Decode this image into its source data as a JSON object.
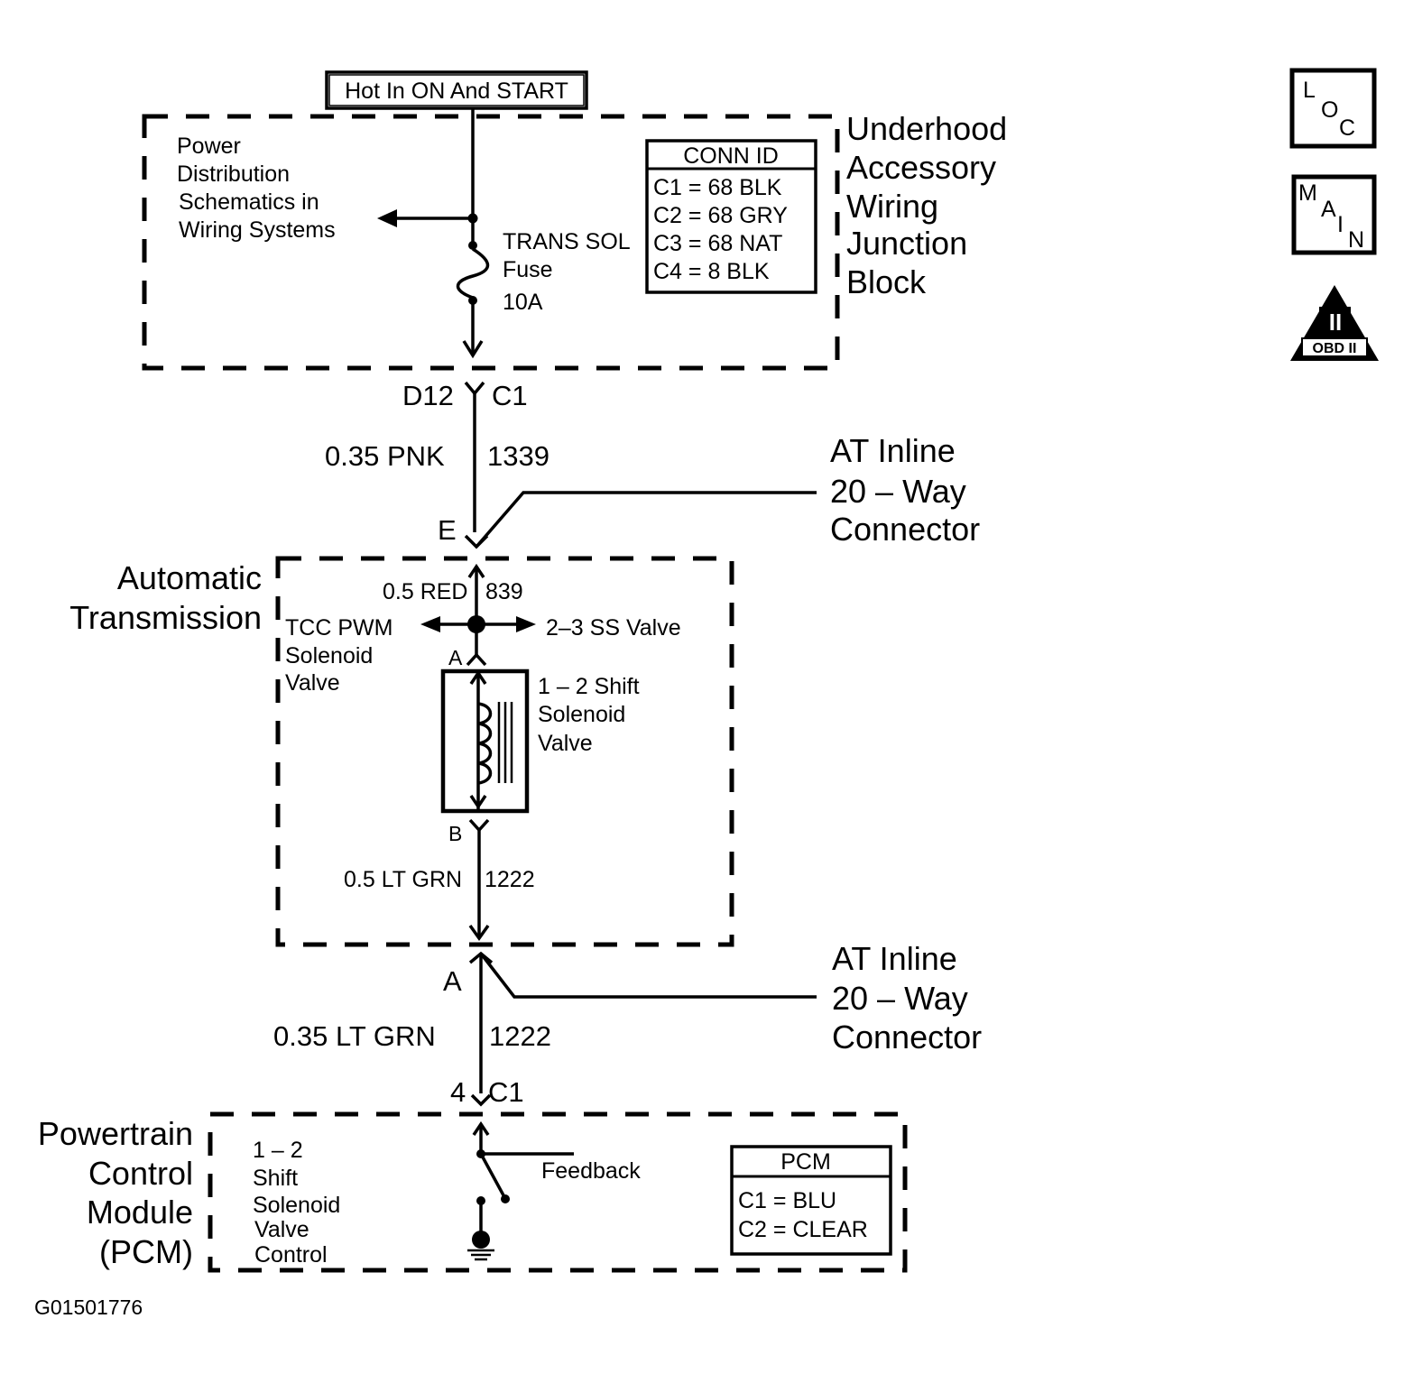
{
  "top_label": "Hot In ON And START",
  "underhood": {
    "title_lines": [
      "Underhood",
      "Accessory",
      "Wiring",
      "Junction",
      "Block"
    ],
    "power_note_lines": [
      "Power",
      "Distribution",
      "Schematics in",
      "Wiring Systems"
    ],
    "fuse_lines": [
      "TRANS SOL",
      "Fuse",
      "10A"
    ],
    "conn_id": {
      "header": "CONN ID",
      "rows": [
        "C1 = 68 BLK",
        "C2 = 68 GRY",
        "C3 = 68 NAT",
        "C4 = 8 BLK"
      ]
    }
  },
  "connector_top": {
    "left": "D12",
    "right": "C1"
  },
  "wire_1": {
    "gauge_color": "0.35 PNK",
    "circuit": "1339"
  },
  "inline_connector_1": {
    "pin": "E",
    "label_lines": [
      "AT Inline",
      "20 – Way",
      "Connector"
    ]
  },
  "transmission": {
    "title_lines": [
      "Automatic",
      "Transmission"
    ],
    "wire_top": {
      "gauge_color": "0.5 RED",
      "circuit": "839"
    },
    "left_branch_lines": [
      "TCC PWM",
      "Solenoid",
      "Valve"
    ],
    "right_branch": "2–3 SS Valve",
    "pin_a": "A",
    "pin_b": "B",
    "solenoid_lines": [
      "1 – 2 Shift",
      "Solenoid",
      "Valve"
    ],
    "wire_bottom": {
      "gauge_color": "0.5 LT GRN",
      "circuit": "1222"
    }
  },
  "inline_connector_2": {
    "pin": "A",
    "label_lines": [
      "AT Inline",
      "20 – Way",
      "Connector"
    ]
  },
  "wire_2": {
    "gauge_color": "0.35 LT GRN",
    "circuit": "1222"
  },
  "connector_pcm": {
    "left": "4",
    "right": "C1"
  },
  "pcm": {
    "title_lines": [
      "Powertrain",
      "Control",
      "Module",
      "(PCM)"
    ],
    "control_lines": [
      "1 – 2",
      "Shift",
      "Solenoid",
      "Valve",
      "Control"
    ],
    "feedback": "Feedback",
    "table": {
      "header": "PCM",
      "rows": [
        "C1 = BLU",
        "C2 = CLEAR"
      ]
    }
  },
  "icons": {
    "loc": {
      "letters": [
        "L",
        "O",
        "C"
      ]
    },
    "main": {
      "letters": [
        "M",
        "A",
        "I",
        "N"
      ]
    },
    "obd": {
      "symbol": "II",
      "label": "OBD II"
    }
  },
  "figure_id": "G01501776"
}
